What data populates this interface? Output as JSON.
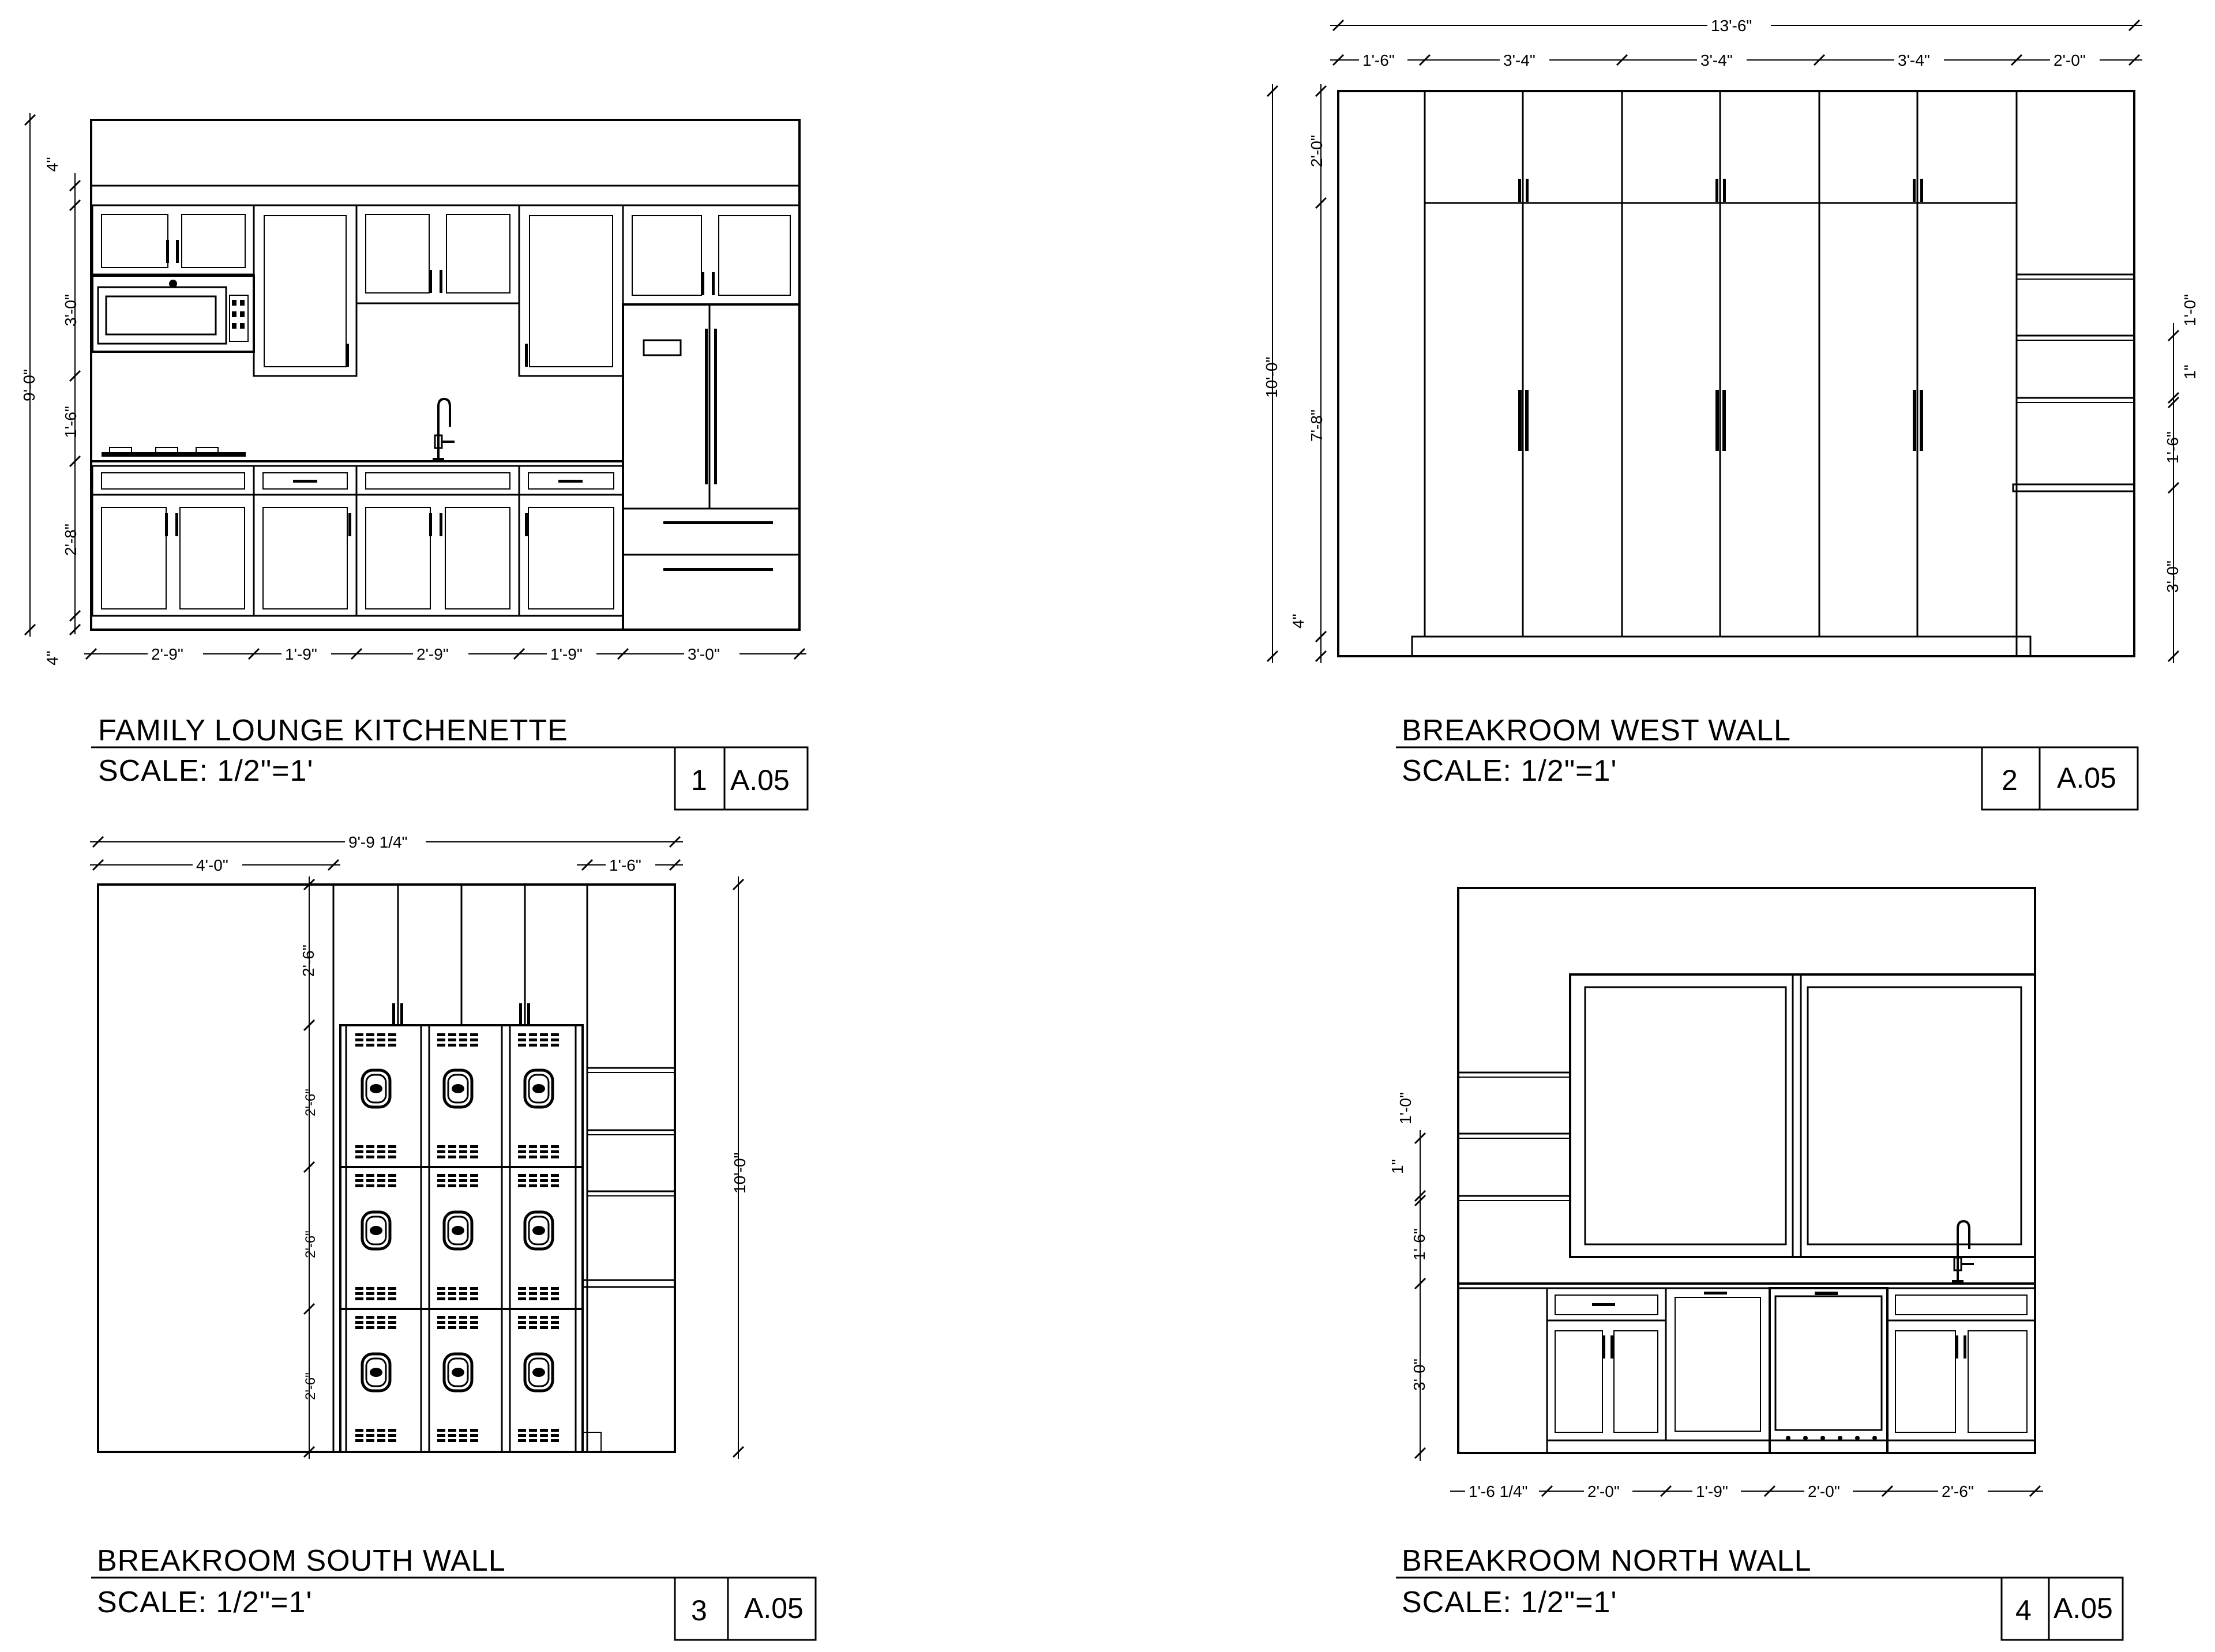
{
  "sheet": {
    "views": [
      {
        "title": "FAMILY LOUNGE KITCHENETTE",
        "scale": "SCALE: 1/2\"=1'",
        "number": "1",
        "sheet_ref": "A.05",
        "dims": {
          "overall_height": "9'-0\"",
          "soffit": "4\"",
          "uppers": "3'-0\"",
          "backsplash": "1'-6\"",
          "base": "2'-8\"",
          "toe": "4\"",
          "w1": "2'-9\"",
          "w2": "1'-9\"",
          "w3": "2'-9\"",
          "w4": "1'-9\"",
          "w5": "3'-0\""
        }
      },
      {
        "title": "BREAKROOM WEST WALL",
        "scale": "SCALE: 1/2\"=1'",
        "number": "2",
        "sheet_ref": "A.05",
        "dims": {
          "overall_width": "13'-6\"",
          "w1": "1'-6\"",
          "w2": "3'-4\"",
          "w3": "3'-4\"",
          "w4": "3'-4\"",
          "w5": "2'-0\"",
          "overall_height": "10'-0\"",
          "upper": "2'-0\"",
          "tall": "7'-8\"",
          "toe": "4\"",
          "shelf_spacing": "1'-0\"",
          "shelf_thk": "1\"",
          "shelf_gap": "1'-6\"",
          "counter": "3'-0\""
        }
      },
      {
        "title": "BREAKROOM SOUTH WALL",
        "scale": "SCALE: 1/2\"=1'",
        "number": "3",
        "sheet_ref": "A.05",
        "dims": {
          "overall_width": "9'-9 1/4\"",
          "left": "4'-0\"",
          "right": "1'-6\"",
          "upper": "2'-6\"",
          "locker1": "2'-6\"",
          "locker2": "2'-6\"",
          "locker3": "2'-6\"",
          "overall_height": "10'-0\""
        }
      },
      {
        "title": "BREAKROOM NORTH WALL",
        "scale": "SCALE: 1/2\"=1'",
        "number": "4",
        "sheet_ref": "A.05",
        "dims": {
          "shelf_spacing": "1'-0\"",
          "shelf_thk": "1\"",
          "backsplash": "1'-6\"",
          "base": "3'-0\"",
          "w1": "1'-6 1/4\"",
          "w2": "2'-0\"",
          "w3": "1'-9\"",
          "w4": "2'-0\"",
          "w5": "2'-6\""
        }
      }
    ]
  }
}
